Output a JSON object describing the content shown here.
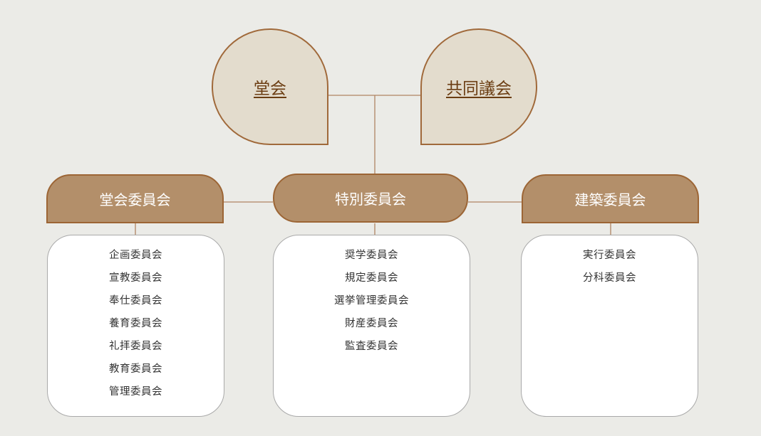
{
  "top": {
    "left_label": "堂会",
    "right_label": "共同議会"
  },
  "committees": [
    {
      "title": "堂会委員会",
      "items": [
        "企画委員会",
        "宣教委員会",
        "奉仕委員会",
        "養育委員会",
        "礼拝委員会",
        "教育委員会",
        "管理委員会"
      ]
    },
    {
      "title": "特別委員会",
      "items": [
        "奨学委員会",
        "規定委員会",
        "選挙管理委員会",
        "財産委員会",
        "監査委員会"
      ]
    },
    {
      "title": "建築委員会",
      "items": [
        "実行委員会",
        "分科委員会"
      ]
    }
  ],
  "colors": {
    "background": "#ebebe7",
    "drop_fill": "#e3dccd",
    "accent_border": "#a0693a",
    "pill_fill": "#b38f6a",
    "link_text": "#6b3d12"
  }
}
